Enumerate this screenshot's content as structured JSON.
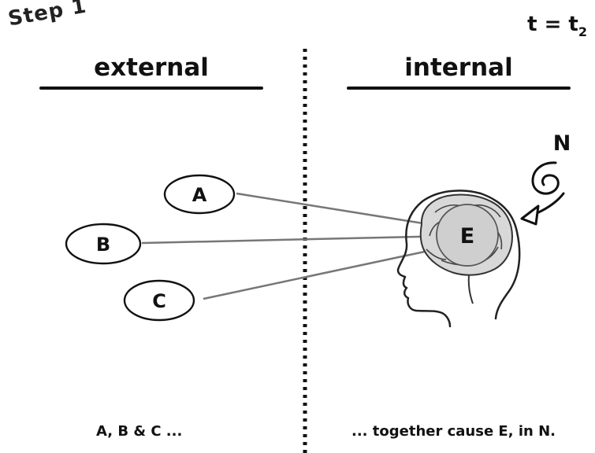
{
  "step_label": "Step 1",
  "time": {
    "prefix": "t = t",
    "subscript": "2"
  },
  "sections": {
    "external": "external",
    "internal": "internal"
  },
  "nodes": {
    "a": "A",
    "b": "B",
    "c": "C",
    "e": "E",
    "n": "N"
  },
  "captions": {
    "left": "A, B & C ...",
    "right": "... together cause E, in N."
  },
  "colors": {
    "line": "#777777",
    "divider": "#111111",
    "brain_fill": "#d8d8d8",
    "e_fill": "#cfcfcf"
  }
}
